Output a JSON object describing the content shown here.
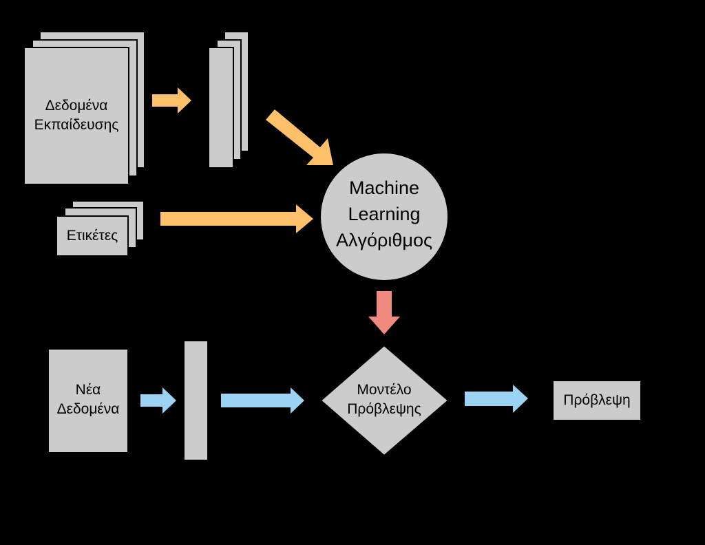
{
  "colors": {
    "background": "#000000",
    "node_fill": "#cccccc",
    "training_arrow": "#ffc06a",
    "model_arrow": "#f08a7e",
    "prediction_arrow": "#9dd3f2"
  },
  "nodes": {
    "training_data": {
      "line1": "Δεδομένα",
      "line2": "Εκπαίδευσης"
    },
    "labels": {
      "text": "Ετικέτες"
    },
    "algorithm": {
      "line1": "Machine",
      "line2": "Learning",
      "line3": "Αλγόριθμος"
    },
    "new_data": {
      "line1": "Νέα",
      "line2": "Δεδομένα"
    },
    "model": {
      "line1": "Μοντέλο",
      "line2": "Πρόβλεψης"
    },
    "prediction": {
      "text": "Πρόβλεψη"
    }
  }
}
